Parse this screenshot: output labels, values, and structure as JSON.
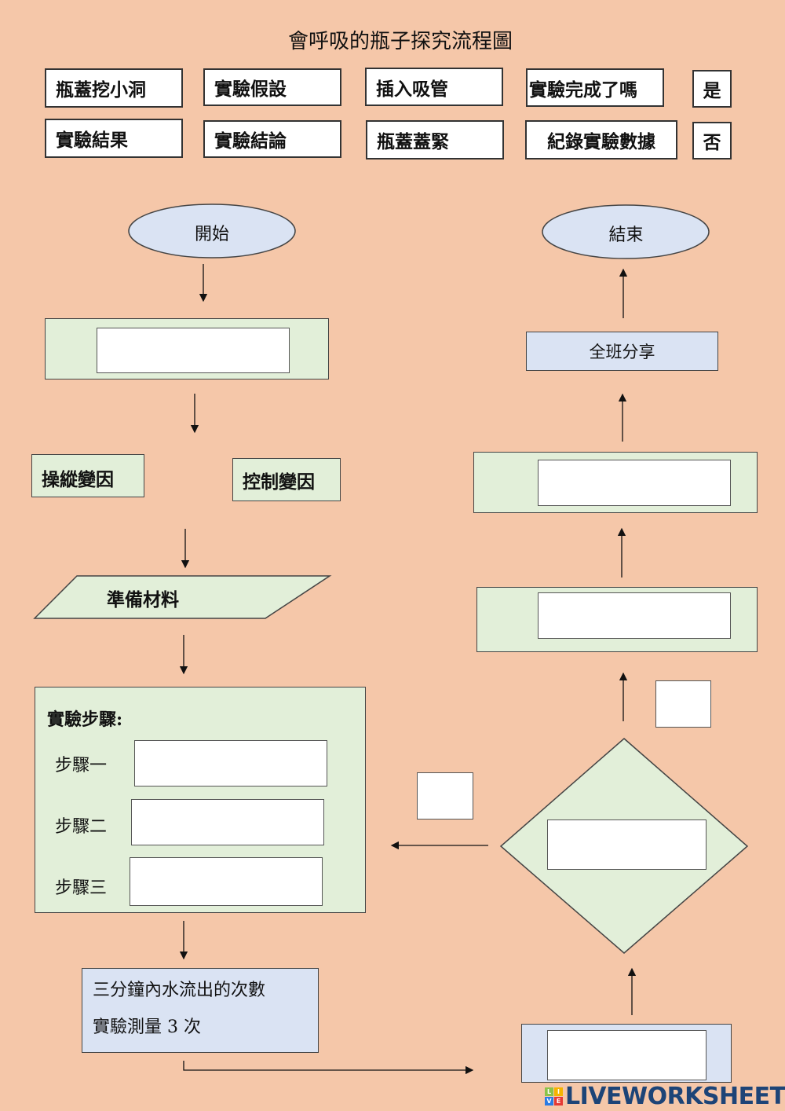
{
  "title": "會呼吸的瓶子探究流程圖",
  "word_bank": {
    "row1": [
      "瓶蓋挖小洞",
      "實驗假設",
      "插入吸管",
      "實驗完成了嗎",
      "是"
    ],
    "row2": [
      "實驗結果",
      "實驗結論",
      "瓶蓋蓋緊",
      "紀錄實驗數據",
      "否"
    ]
  },
  "flow": {
    "start": "開始",
    "end": "結束",
    "manipulated_variable": "操縱變因",
    "controlled_variable": "控制變因",
    "prepare_materials": "準備材料",
    "steps_title": "實驗步驟:",
    "steps": [
      "步驟一",
      "步驟二",
      "步驟三"
    ],
    "measure_line1": "三分鐘內水流出的次數",
    "measure_line2": "實驗測量 3 次",
    "share": "全班分享"
  },
  "logo": {
    "text": "LIVEWORKSHEETS",
    "badge": [
      "L",
      "I",
      "V",
      "E"
    ]
  }
}
